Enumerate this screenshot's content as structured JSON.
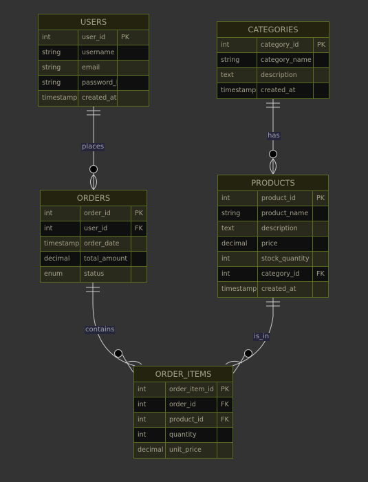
{
  "entities": {
    "users": {
      "name": "USERS",
      "rows": [
        {
          "type": "int",
          "name": "user_id",
          "key": "PK"
        },
        {
          "type": "string",
          "name": "username",
          "key": ""
        },
        {
          "type": "string",
          "name": "email",
          "key": ""
        },
        {
          "type": "string",
          "name": "password_hash",
          "key": ""
        },
        {
          "type": "timestamp",
          "name": "created_at",
          "key": ""
        }
      ]
    },
    "categories": {
      "name": "CATEGORIES",
      "rows": [
        {
          "type": "int",
          "name": "category_id",
          "key": "PK"
        },
        {
          "type": "string",
          "name": "category_name",
          "key": ""
        },
        {
          "type": "text",
          "name": "description",
          "key": ""
        },
        {
          "type": "timestamp",
          "name": "created_at",
          "key": ""
        }
      ]
    },
    "orders": {
      "name": "ORDERS",
      "rows": [
        {
          "type": "int",
          "name": "order_id",
          "key": "PK"
        },
        {
          "type": "int",
          "name": "user_id",
          "key": "FK"
        },
        {
          "type": "timestamp",
          "name": "order_date",
          "key": ""
        },
        {
          "type": "decimal",
          "name": "total_amount",
          "key": ""
        },
        {
          "type": "enum",
          "name": "status",
          "key": ""
        }
      ]
    },
    "products": {
      "name": "PRODUCTS",
      "rows": [
        {
          "type": "int",
          "name": "product_id",
          "key": "PK"
        },
        {
          "type": "string",
          "name": "product_name",
          "key": ""
        },
        {
          "type": "text",
          "name": "description",
          "key": ""
        },
        {
          "type": "decimal",
          "name": "price",
          "key": ""
        },
        {
          "type": "int",
          "name": "stock_quantity",
          "key": ""
        },
        {
          "type": "int",
          "name": "category_id",
          "key": "FK"
        },
        {
          "type": "timestamp",
          "name": "created_at",
          "key": ""
        }
      ]
    },
    "order_items": {
      "name": "ORDER_ITEMS",
      "rows": [
        {
          "type": "int",
          "name": "order_item_id",
          "key": "PK"
        },
        {
          "type": "int",
          "name": "order_id",
          "key": "FK"
        },
        {
          "type": "int",
          "name": "product_id",
          "key": "FK"
        },
        {
          "type": "int",
          "name": "quantity",
          "key": ""
        },
        {
          "type": "decimal",
          "name": "unit_price",
          "key": ""
        }
      ]
    }
  },
  "relationships": {
    "places": "places",
    "has": "has",
    "contains": "contains",
    "is_in": "is_in"
  },
  "colors": {
    "background": "#333333",
    "entity_border": "#5a6b22",
    "line": "#cccccc"
  }
}
